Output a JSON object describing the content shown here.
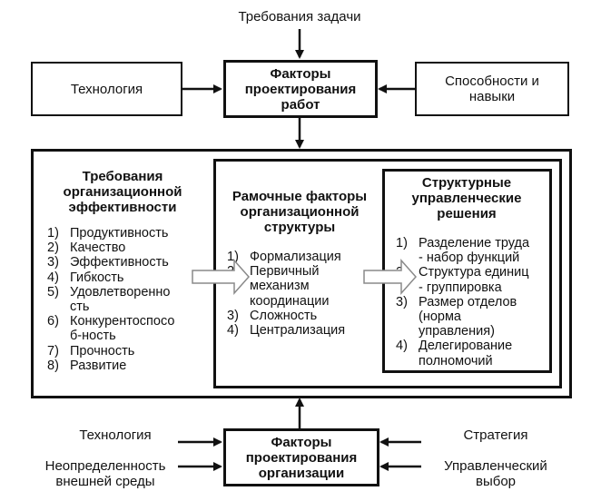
{
  "top": {
    "task_requirements": "Требования задачи",
    "technology": "Технология",
    "work_design_factors": "Факторы\nпроектирования\nработ",
    "abilities_skills": "Способности и\nнавыки"
  },
  "efficiency": {
    "title": "Требования\nорганизационной\nэффективности",
    "items": [
      {
        "num": "1)",
        "text": "Продуктивность"
      },
      {
        "num": "2)",
        "text": "Качество"
      },
      {
        "num": "3)",
        "text": "Эффективность"
      },
      {
        "num": "4)",
        "text": "Гибкость"
      },
      {
        "num": "5)",
        "text": "Удовлетворенно\nсть"
      },
      {
        "num": "6)",
        "text": "Конкурентоспосо\nб-ность"
      },
      {
        "num": "7)",
        "text": "Прочность"
      },
      {
        "num": "8)",
        "text": "Развитие"
      }
    ]
  },
  "framework": {
    "title": "Рамочные факторы\nорганизационной\nструктуры",
    "items": [
      {
        "num": "1)",
        "text": "Формализация"
      },
      {
        "num": "2)",
        "text": "Первичный\nмеханизм\nкоординации"
      },
      {
        "num": "3)",
        "text": "Сложность"
      },
      {
        "num": "4)",
        "text": "Централизация"
      }
    ]
  },
  "structural": {
    "title": "Структурные\nуправленческие\nрешения",
    "items": [
      {
        "num": "1)",
        "text": "Разделение труда\n- набор функций"
      },
      {
        "num": "2)",
        "text": "Структура единиц\n- группировка"
      },
      {
        "num": "3)",
        "text": "Размер отделов\n(норма\nуправления)"
      },
      {
        "num": "4)",
        "text": "Делегирование\nполномочий"
      }
    ]
  },
  "bottom": {
    "technology": "Технология",
    "uncertainty": "Неопределенность\nвнешней среды",
    "org_design_factors": "Факторы\nпроектирования\nорганизации",
    "strategy": "Стратегия",
    "management_choice": "Управленческий\nвыбор"
  }
}
